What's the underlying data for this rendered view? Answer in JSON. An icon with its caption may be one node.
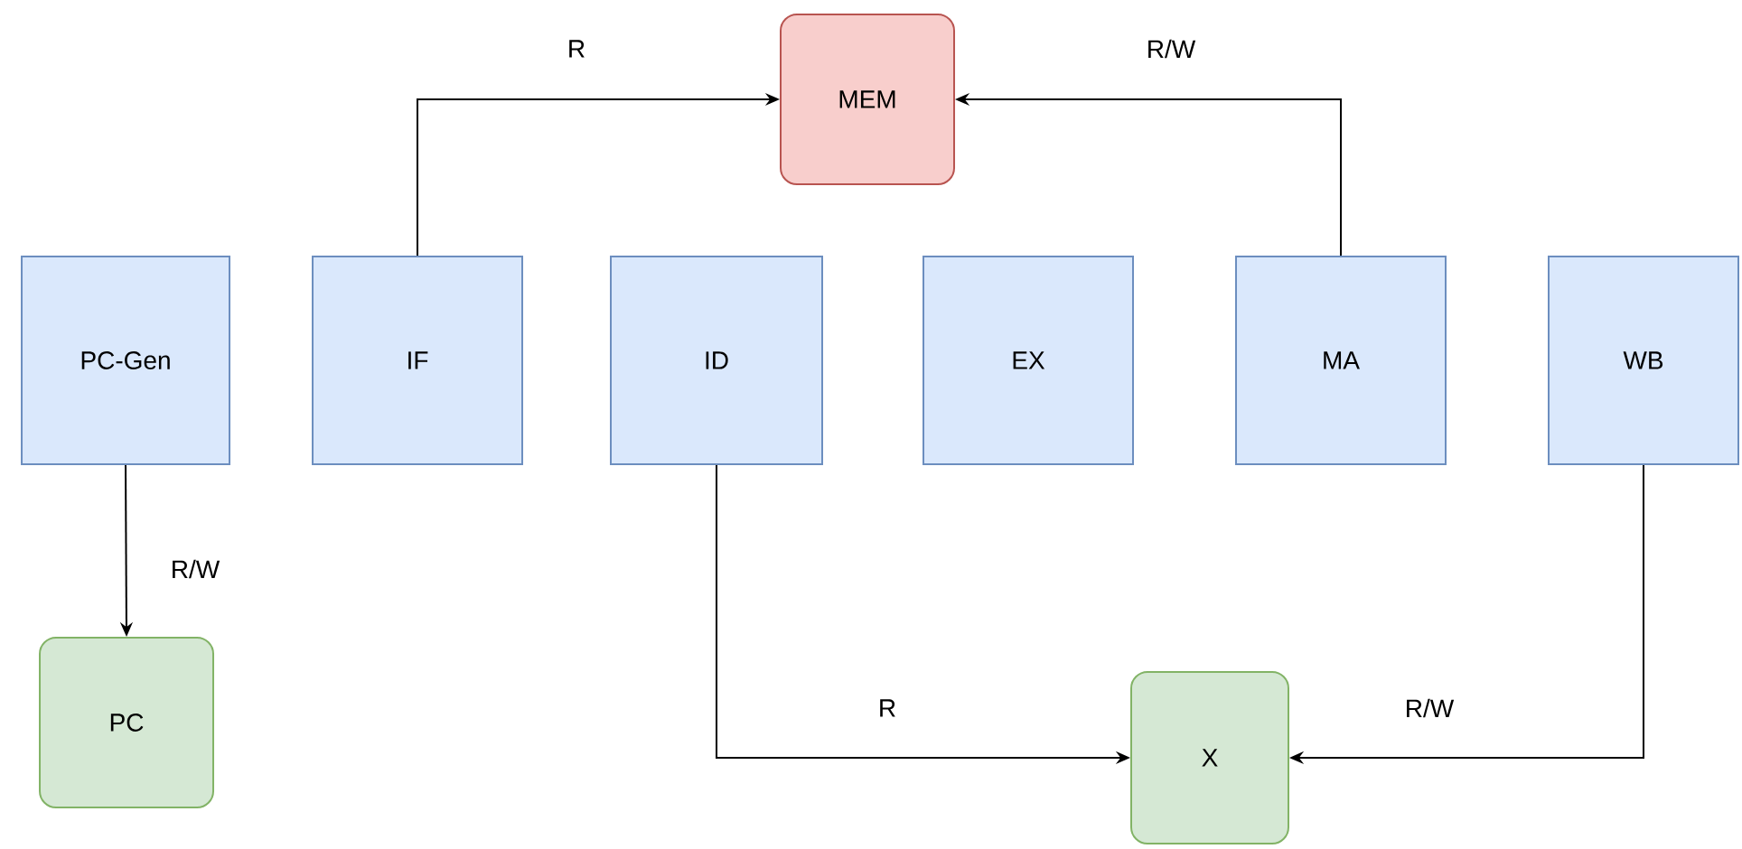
{
  "diagram": {
    "nodes": [
      {
        "text": [
          "MEM"
        ]
      },
      {
        "text": [
          "PC-Gen"
        ]
      },
      {
        "text": [
          "IF"
        ]
      },
      {
        "text": [
          "ID"
        ]
      },
      {
        "text": [
          "EX"
        ]
      },
      {
        "text": [
          "MA"
        ]
      },
      {
        "text": [
          "WB"
        ]
      },
      {
        "text": [
          "PC"
        ]
      },
      {
        "text": [
          "X"
        ]
      }
    ],
    "edges": [
      {
        "from": 2,
        "to": 0,
        "arrow": "to",
        "label": "R"
      },
      {
        "from": 5,
        "to": 0,
        "arrow": "to",
        "label": "R/W"
      },
      {
        "from": 1,
        "to": 7,
        "arrow": "to",
        "label": "R/W"
      },
      {
        "from": 3,
        "to": 8,
        "arrow": "to",
        "label": "R"
      },
      {
        "from": 6,
        "to": 8,
        "arrow": "to",
        "label": "R/W"
      }
    ]
  }
}
